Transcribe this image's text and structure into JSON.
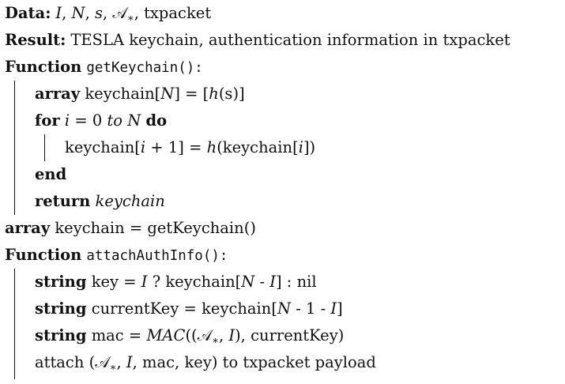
{
  "algorithm": {
    "data_line": {
      "keyword": "Data:",
      "items": {
        "I": "I",
        "N": "N",
        "s": "s",
        "A_base": "𝒜",
        "A_sub": "∗",
        "txpacket": "txpacket"
      }
    },
    "result_line": {
      "keyword": "Result:",
      "text": "TESLA keychain, authentication information in txpacket"
    },
    "func1": {
      "keyword": "Function",
      "name": "getKeychain():",
      "body": {
        "array_decl": {
          "keyword": "array",
          "lhs": "keychain[",
          "N": "N",
          "mid": "] = [",
          "h": "h",
          "arg": "(s)",
          "close": "]"
        },
        "for_loop": {
          "keyword": "for",
          "var": "i",
          "eq": " = 0 ",
          "to": "to",
          "N": "N",
          "do": "do"
        },
        "loop_body": {
          "lhs_start": "keychain[",
          "i1": "i",
          "lhs_end": " + 1] = ",
          "h": "h",
          "rhs_start": "(keychain[",
          "i2": "i",
          "rhs_end": "])"
        },
        "end": "end",
        "return_kw": "return",
        "return_val": "keychain"
      }
    },
    "array_line": {
      "keyword": "array",
      "text": "keychain = getKeychain()"
    },
    "func2": {
      "keyword": "Function",
      "name": "attachAuthInfo():",
      "body": {
        "key_line": {
          "keyword": "string",
          "a": "key = ",
          "I1": "I",
          "b": " ? keychain[",
          "N": "N",
          "c": " - ",
          "I2": "I",
          "d": "] : nil"
        },
        "current_line": {
          "keyword": "string",
          "a": "currentKey = keychain[",
          "N": "N",
          "b": " - 1 - ",
          "I": "I",
          "c": "]"
        },
        "mac_line": {
          "keyword": "string",
          "a": "mac = ",
          "MAC": "MAC",
          "b": "((",
          "A_base": "𝒜",
          "A_sub": "∗",
          "c": ", ",
          "I": "I",
          "d": "), currentKey)"
        },
        "attach_line": {
          "a": "attach (",
          "A_base": "𝒜",
          "A_sub": "∗",
          "b": ", ",
          "I": "I",
          "c": ", mac, key) to txpacket payload"
        }
      }
    }
  }
}
